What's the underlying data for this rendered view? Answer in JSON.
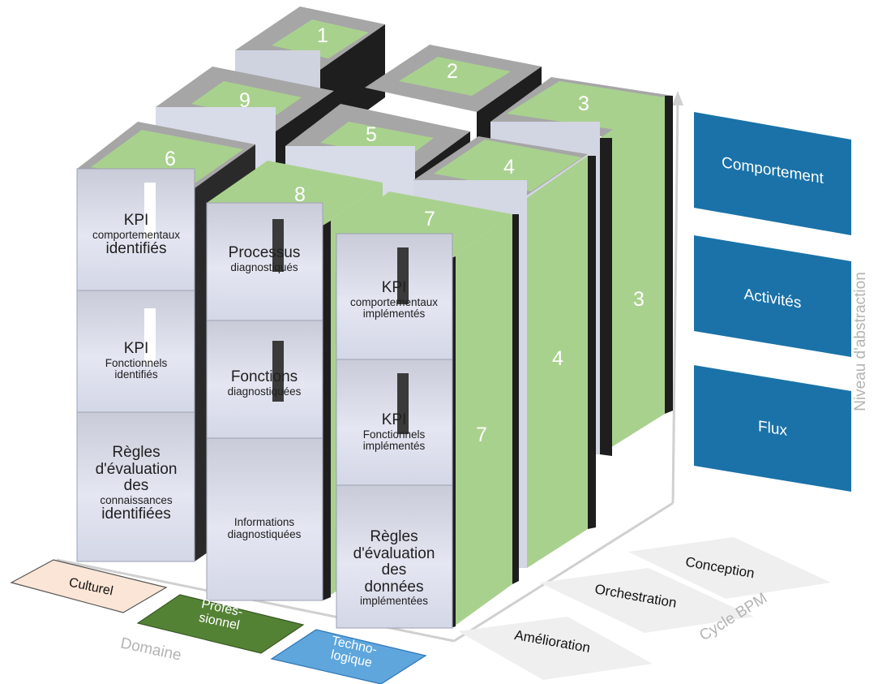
{
  "numbers": {
    "cube1": "1",
    "cube2": "2",
    "cube3": "3",
    "cube4": "4",
    "cube5": "5",
    "cube6": "6",
    "cube7": "7",
    "cube8": "8",
    "cube9": "9"
  },
  "cells": {
    "c6_top": {
      "l1": "KPI",
      "l2": "comportementaux",
      "l3": "identifiés"
    },
    "c6_mid": {
      "l1": "KPI",
      "l2": "Fonctionnels",
      "l3": "identifiés"
    },
    "c6_bot": {
      "l1": "Règles",
      "l2": "d'évaluation",
      "l3": "des",
      "l4": "connaissances",
      "l5": "identifiées"
    },
    "c8_top": {
      "l1": "Processus",
      "l2": "diagnostiqués"
    },
    "c8_mid": {
      "l1": "Fonctions",
      "l2": "diagnostiquées"
    },
    "c8_bot": {
      "l1": "Informations",
      "l2": "diagnostiquées"
    },
    "c7_top": {
      "l1": "KPI",
      "l2": "comportementaux",
      "l3": "implémentés"
    },
    "c7_mid": {
      "l1": "KPI",
      "l2": "Fonctionnels",
      "l3": "implémentés"
    },
    "c7_bot": {
      "l1": "Règles",
      "l2": "d'évaluation",
      "l3": "des",
      "l4": "données",
      "l5": "implémentées"
    }
  },
  "levels": {
    "behavior": "Comportement",
    "activities": "Activités",
    "flow": "Flux"
  },
  "phases": {
    "design": "Conception",
    "orchestration": "Orchestration",
    "improvement": "Amélioration"
  },
  "domains": {
    "cultural": "Culturel",
    "professional_l1": "Profes-",
    "professional_l2": "sionnel",
    "technological_l1": "Techno-",
    "technological_l2": "logique"
  },
  "axes": {
    "abstraction": "Niveau d'abstraction",
    "bpm": "Cycle BPM",
    "domain": "Domaine"
  },
  "colors": {
    "green": "#a9d18e",
    "green_dark": "#4f8f2f",
    "cell_face": "#dcdff0",
    "gray_top": "#a6a6a6",
    "blue_level": "#1a72a8",
    "cultural": "#fbe5d6",
    "technological": "#5ea6dc"
  }
}
